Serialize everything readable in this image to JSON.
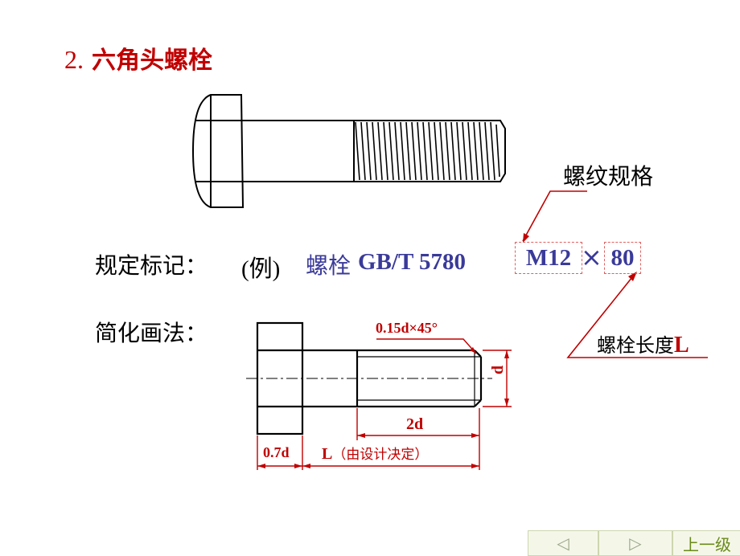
{
  "title": {
    "number": "2.",
    "text": "六角头螺栓"
  },
  "marking": {
    "label": "规定标记：",
    "example_tag": "(例)",
    "std_name": "螺栓",
    "std_code": "GB/T 5780",
    "thread_spec": "M12",
    "times": "×",
    "length": "80"
  },
  "callouts": {
    "thread_spec_label": "螺纹规格",
    "length_label": "螺栓长度",
    "length_symbol": "L"
  },
  "simplified": {
    "label": "简化画法：",
    "chamfer": "0.15d×45°",
    "thread_len": "2d",
    "head_height": "0.7d",
    "length": "L",
    "length_note": "（由设计决定）",
    "diameter": "d"
  },
  "nav": {
    "prev_icon": "◁",
    "next_icon": "▷",
    "up_label": "上一级"
  },
  "colors": {
    "accent_red": "#c00000",
    "std_blue": "#3a3a9a"
  }
}
